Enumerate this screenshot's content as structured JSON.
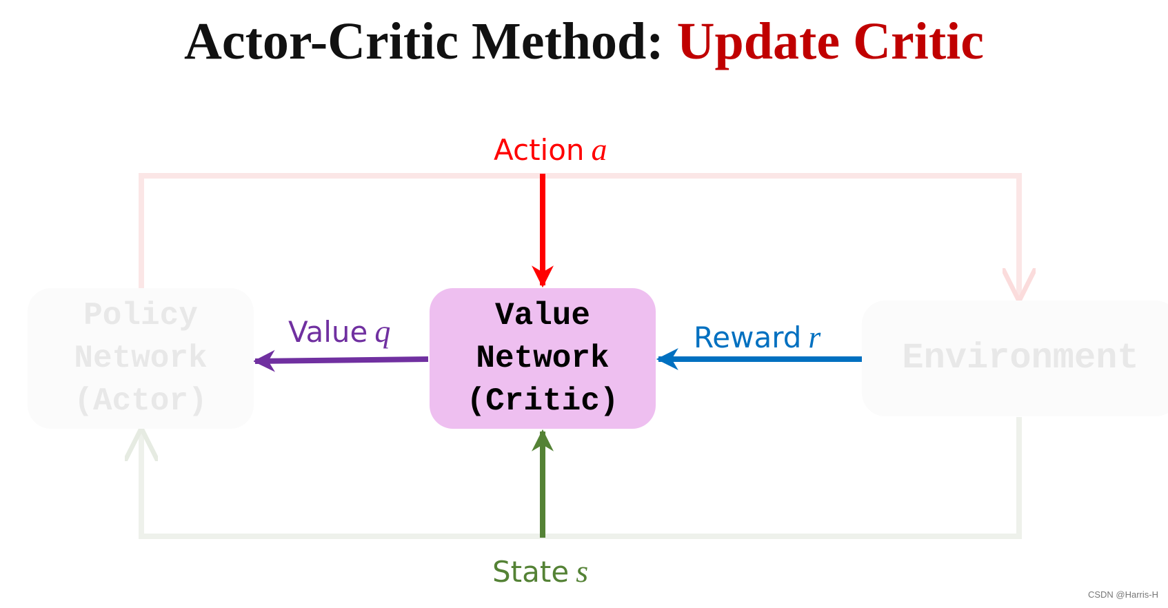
{
  "title": {
    "main": "Actor-Critic Method:",
    "accent": "Update Critic"
  },
  "nodes": {
    "policy": {
      "line1": "Policy",
      "line2": "Network",
      "line3": "(Actor)"
    },
    "value": {
      "line1": "Value",
      "line2": "Network",
      "line3": "(Critic)"
    },
    "environment": {
      "label": "Environment"
    }
  },
  "edges": {
    "action": {
      "text": "Action",
      "symbol": "a"
    },
    "value": {
      "text": "Value",
      "symbol": "q"
    },
    "reward": {
      "text": "Reward",
      "symbol": "r"
    },
    "state": {
      "text": "State",
      "symbol": "s"
    }
  },
  "colors": {
    "title_accent": "#c00000",
    "action": "#ff0000",
    "value": "#7030a0",
    "reward": "#0070c0",
    "state": "#548235",
    "value_network_fill": "#eebff0",
    "faded_action": "#fbe6e6",
    "faded_state": "#eef1eb"
  },
  "watermark": "CSDN @Harris-H"
}
